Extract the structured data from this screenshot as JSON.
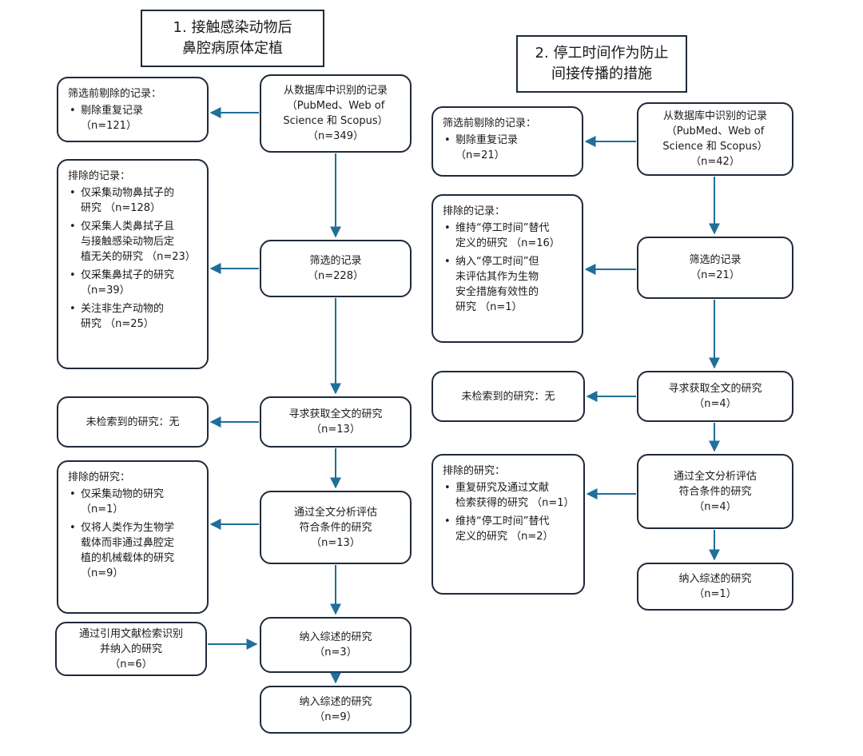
{
  "left": {
    "title": [
      "1. 接触感染动物后",
      "鼻腔病原体定植"
    ],
    "identified": [
      "从数据库中识别的记录",
      "（PubMed、Web of",
      "Science 和 Scopus）",
      "（n=349）"
    ],
    "removed": {
      "heading": "筛选前剔除的记录：",
      "items": [
        [
          "剔除重复记录",
          "（n=121）"
        ]
      ]
    },
    "screened": [
      "筛选的记录",
      "（n=228）"
    ],
    "excluded": {
      "heading": "排除的记录：",
      "items": [
        [
          "仅采集动物鼻拭子的",
          "研究 （n=128）"
        ],
        [
          "仅采集人类鼻拭子且",
          "与接触感染动物后定",
          "植无关的研究 （n=23）"
        ],
        [
          "仅采集鼻拭子的研究",
          "（n=39）"
        ],
        [
          "关注非生产动物的",
          "研究 （n=25）"
        ]
      ]
    },
    "sought": [
      "寻求获取全文的研究",
      "（n=13）"
    ],
    "not_retrieved": "未检索到的研究：无",
    "assessed": [
      "通过全文分析评估",
      "符合条件的研究",
      "（n=13）"
    ],
    "excluded_studies": {
      "heading": "排除的研究：",
      "items": [
        [
          "仅采集动物的研究",
          "（n=1）"
        ],
        [
          "仅将人类作为生物学",
          "载体而非通过鼻腔定",
          "植的机械载体的研究",
          "（n=9）"
        ]
      ]
    },
    "citation": [
      "通过引用文献检索识别",
      "并纳入的研究",
      "（n=6）"
    ],
    "included": [
      "纳入综述的研究",
      "（n=3）"
    ],
    "included_total": [
      "纳入综述的研究",
      "（n=9）"
    ]
  },
  "right": {
    "title": [
      "2. 停工时间作为防止",
      "间接传播的措施"
    ],
    "identified": [
      "从数据库中识别的记录",
      "（PubMed、Web of",
      "Science 和 Scopus）",
      "（n=42）"
    ],
    "removed": {
      "heading": "筛选前剔除的记录：",
      "items": [
        [
          "剔除重复记录",
          "（n=21）"
        ]
      ]
    },
    "excluded": {
      "heading": "排除的记录：",
      "items": [
        [
          "维持“停工时间”替代",
          "定义的研究 （n=16）"
        ],
        [
          "纳入“停工时间”但",
          "未评估其作为生物",
          "安全措施有效性的",
          "研究 （n=1）"
        ]
      ]
    },
    "screened": [
      "筛选的记录",
      "（n=21）"
    ],
    "not_retrieved": "未检索到的研究：无",
    "sought": [
      "寻求获取全文的研究",
      "（n=4）"
    ],
    "excluded_studies": {
      "heading": "排除的研究：",
      "items": [
        [
          "重复研究及通过文献",
          "检索获得的研究 （n=1）"
        ],
        [
          "维持“停工时间”替代",
          "定义的研究 （n=2）"
        ]
      ]
    },
    "assessed": [
      "通过全文分析评估",
      "符合条件的研究",
      "（n=4）"
    ],
    "included": [
      "纳入综述的研究",
      "（n=1）"
    ]
  },
  "colors": {
    "arrow": "#1f6f9a",
    "border": "#1f2a3a"
  }
}
